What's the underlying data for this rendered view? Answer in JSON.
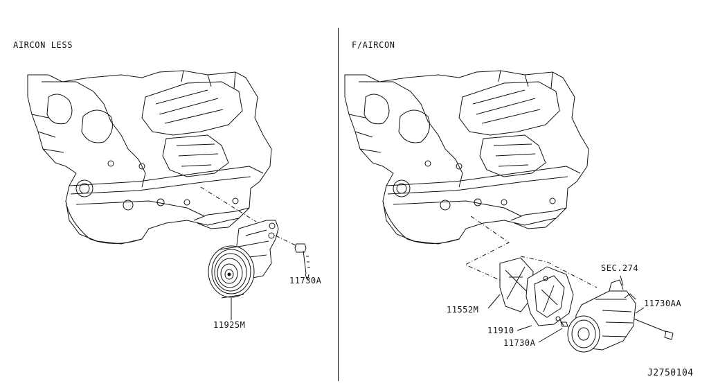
{
  "sections": {
    "left_title": "AIRCON LESS",
    "right_title": "F/AIRCON"
  },
  "parts": {
    "left_bolt": "11730A",
    "left_pulley": "11925M",
    "right_sec": "SEC.274",
    "right_bolt_long": "11730AA",
    "right_gasket": "11552M",
    "right_bracket": "11910",
    "right_bolt": "11730A"
  },
  "diagram_id": "J2750104"
}
